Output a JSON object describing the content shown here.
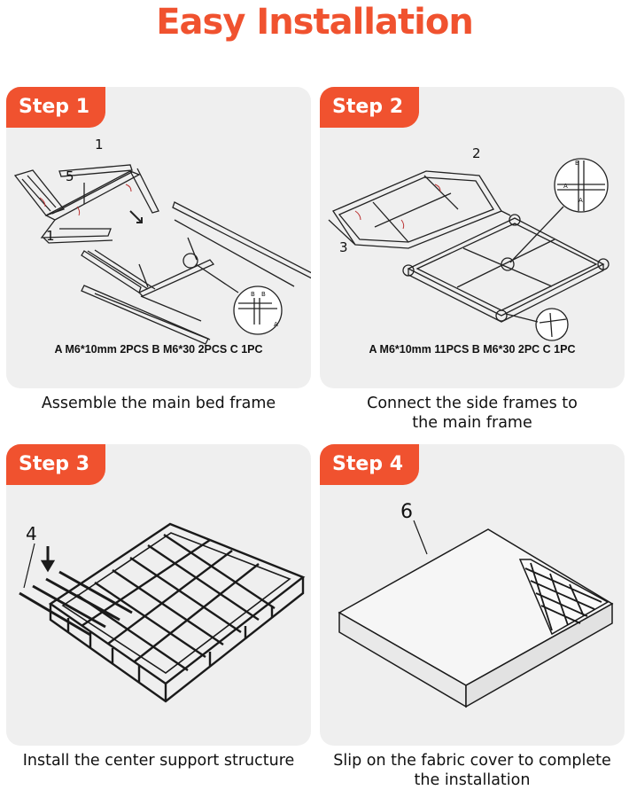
{
  "title": "Easy Installation",
  "steps": [
    {
      "badge": "Step 1",
      "parts": "A M6*10mm  2PCS    B M6*30  2PCS    C  1PC",
      "caption_line1": "Assemble the main bed frame",
      "caption_line2": "",
      "callouts": [
        "1",
        "5",
        "1"
      ],
      "detail_labels": [
        "B",
        "B",
        "A"
      ]
    },
    {
      "badge": "Step 2",
      "parts": "A M6*10mm  11PCS    B M6*30  2PC  C  1PC",
      "caption_line1": "Connect the side frames to",
      "caption_line2": "the main frame",
      "callouts": [
        "2",
        "3"
      ],
      "detail_labels": [
        "B",
        "A",
        "A"
      ]
    },
    {
      "badge": "Step 3",
      "caption_line1": "Install the center support structure",
      "caption_line2": "",
      "callouts": [
        "4"
      ]
    },
    {
      "badge": "Step 4",
      "caption_line1": "Slip on the fabric cover to complete",
      "caption_line2": "the installation",
      "callouts": [
        "6"
      ]
    }
  ]
}
